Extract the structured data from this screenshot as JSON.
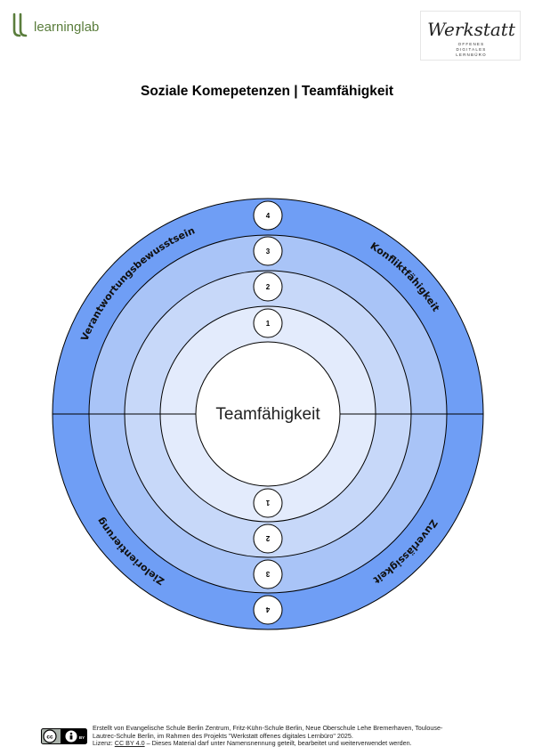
{
  "header": {
    "left_logo": {
      "text": "learninglab",
      "icon": "learninglab-logo-icon",
      "color": "#5a7d3c"
    },
    "right_logo": {
      "script_text": "Werkstatt",
      "tagline": [
        "OFFENES",
        "DIGITALES",
        "LERNBÜRO"
      ],
      "icon": "werkstatt-logo-icon"
    }
  },
  "title": "Soziale Komepetenzen | Teamfähigkeit",
  "wheel": {
    "center_label": "Teamfähigkeit",
    "ring_numbers_top": [
      "4",
      "3",
      "2",
      "1"
    ],
    "ring_numbers_bottom": [
      "1",
      "2",
      "3",
      "4"
    ],
    "quadrants": {
      "top_left": "Verantwortungsbewusstsein",
      "top_right": "Konfliktfähigkeit",
      "bottom_right": "Zuverlässigkeit",
      "bottom_left": "Zielorientierung"
    },
    "colors": {
      "ring4": "#6f9ef5",
      "ring3": "#a9c4f7",
      "ring2": "#c7d8f9",
      "ring1": "#e3ebfc",
      "center": "#ffffff",
      "stroke": "#000000"
    }
  },
  "footer": {
    "cc_icon": "cc-by-badge-icon",
    "line1": "Erstellt von Evangelische Schule Berlin Zentrum, Fritz-Kühn-Schule Berlin, Neue Oberschule Lehe Bremerhaven, Toulouse-",
    "line2": "Lautrec-Schule Berlin, im Rahmen des Projekts \"Werkstatt offenes digitales Lernbüro\" 2025.",
    "license_prefix": "Lizenz: ",
    "license_link": "CC BY 4.0",
    "license_suffix": " – Dieses Material darf unter Namensnennung geteilt, bearbeitet und weiterverwendet werden."
  }
}
